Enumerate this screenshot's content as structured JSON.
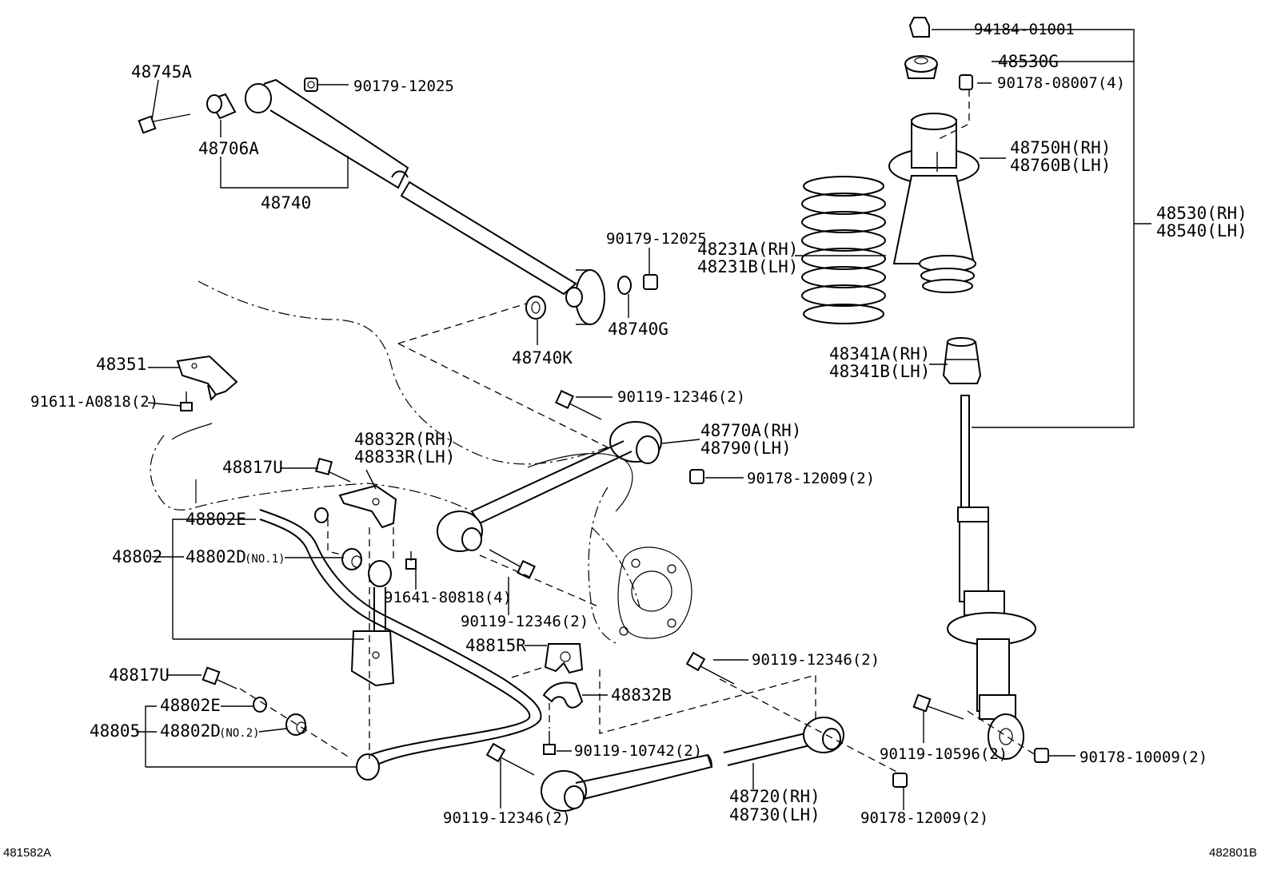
{
  "parts": {
    "p94184": "94184-01001",
    "p48530G": "48530G",
    "p90178_08007": "90178-08007(4)",
    "p48750H": "48750H(RH)",
    "p48760B": "48760B(LH)",
    "p48530RH": "48530(RH)",
    "p48540LH": "48540(LH)",
    "p48231A": "48231A(RH)",
    "p48231B": "48231B(LH)",
    "p48341A": "48341A(RH)",
    "p48341B": "48341B(LH)",
    "p48745A": "48745A",
    "p48706A": "48706A",
    "p48740": "48740",
    "p90179_12025a": "90179-12025",
    "p90179_12025b": "90179-12025",
    "p48740G": "48740G",
    "p48740K": "48740K",
    "p48351": "48351",
    "p91611": "91611-A0818(2)",
    "p90119_12346a": "90119-12346(2)",
    "p48770A": "48770A(RH)",
    "p48790": "48790(LH)",
    "p90178_12009a": "90178-12009(2)",
    "p48832R": "48832R(RH)",
    "p48833R": "48833R(LH)",
    "p48817Ua": "48817U",
    "p48802E_a": "48802E",
    "p48802": "48802",
    "p48802D_a": "48802D",
    "p48802D_a_note": "(NO.1)",
    "p91641": "91641-80818(4)",
    "p90119_12346b": "90119-12346(2)",
    "p48815R": "48815R",
    "p90119_12346c": "90119-12346(2)",
    "p48832B": "48832B",
    "p48817Ub": "48817U",
    "p48802E_b": "48802E",
    "p48805": "48805",
    "p48802D_b": "48802D",
    "p48802D_b_note": "(NO.2)",
    "p90119_10742": "90119-10742(2)",
    "p90119_12346d": "90119-12346(2)",
    "p48720": "48720(RH)",
    "p48730": "48730(LH)",
    "p90178_12009b": "90178-12009(2)",
    "p90119_10596": "90119-10596(2)",
    "p90178_10009": "90178-10009(2)"
  },
  "footer": {
    "left_ref": "481582A",
    "right_ref": "482801B"
  }
}
